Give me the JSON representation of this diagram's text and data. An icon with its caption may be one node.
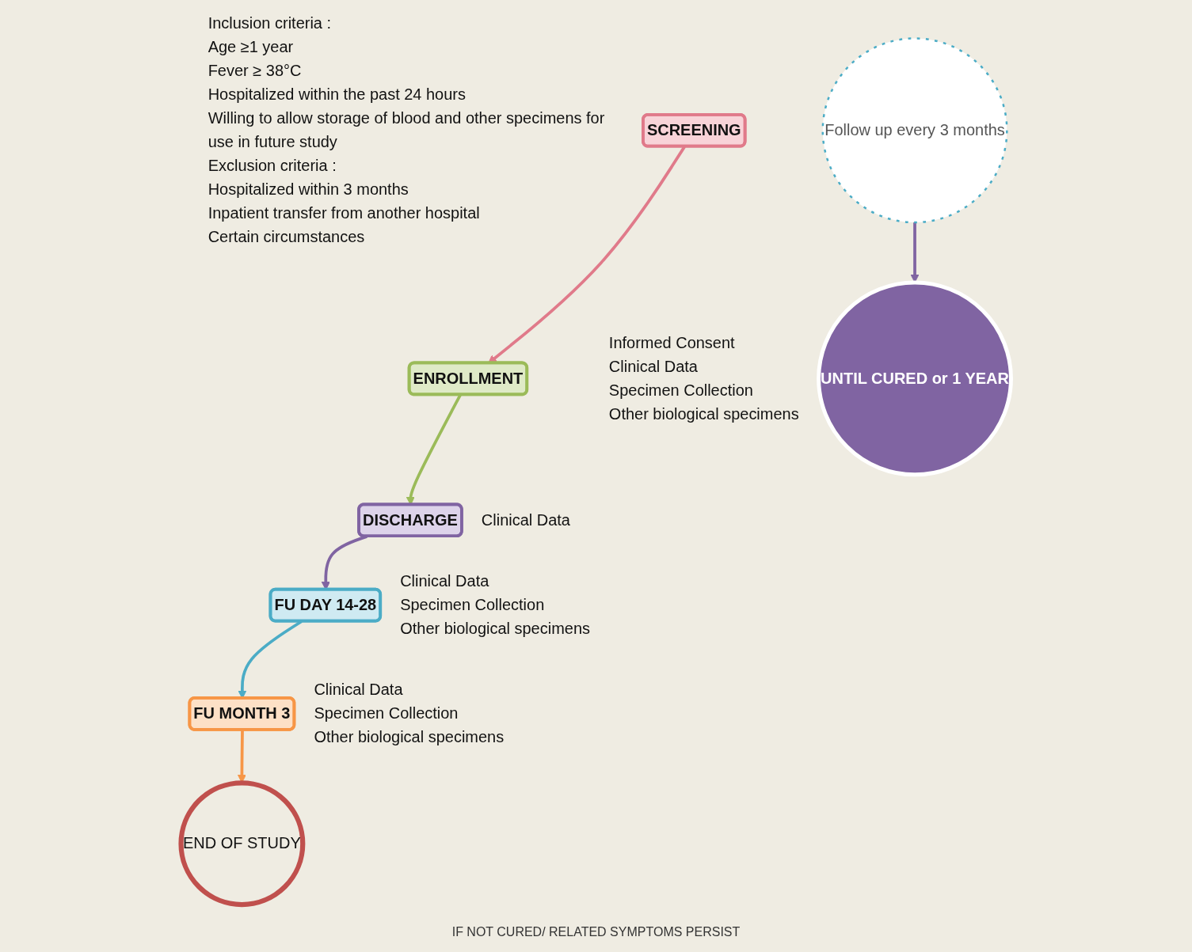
{
  "diagram": {
    "nodes": [
      {
        "text": [
          "SCREENING"
        ],
        "beside": [
          "Inclusion criteria :",
          "Age ≥1 year",
          "Fever ≥ 38°C",
          "Hospitalized within the past 24 hours",
          "Willing to allow storage of blood and other specimens for use in future study",
          "Exclusion criteria :",
          "Hospitalized within 3 months",
          "Inpatient transfer from another hospital",
          "Certain circumstances"
        ]
      },
      {
        "text": [
          "ENROLLMENT"
        ],
        "beside": [
          "Informed Consent",
          "Clinical Data",
          "Specimen Collection",
          "Other biological specimens"
        ]
      },
      {
        "text": [
          "DISCHARGE"
        ],
        "beside": [
          "Clinical Data"
        ]
      },
      {
        "text": [
          "FU DAY 14-28"
        ],
        "beside": [
          "Clinical Data",
          "Specimen Collection",
          "Other biological specimens"
        ]
      },
      {
        "text": [
          "FU MONTH 3"
        ],
        "beside": [
          "Clinical Data",
          "Specimen Collection",
          "Other biological specimens"
        ]
      },
      {
        "text": [
          "END OF STUDY"
        ]
      },
      {
        "text": [
          "Follow up every 3 months"
        ]
      },
      {
        "text": [
          "UNTIL CURED or 1 YEAR"
        ]
      }
    ],
    "edges": [
      {
        "from": 0,
        "to": 1,
        "arrow": "to",
        "color": "#e07a8a"
      },
      {
        "from": 1,
        "to": 2,
        "arrow": "to",
        "color": "#9bbb59"
      },
      {
        "from": 2,
        "to": 3,
        "arrow": "to",
        "color": "#8064a2"
      },
      {
        "from": 3,
        "to": 4,
        "arrow": "to",
        "color": "#4bacc6"
      },
      {
        "from": 4,
        "to": 5,
        "arrow": "to",
        "color": "#f79646"
      },
      {
        "from": 6,
        "to": 7,
        "arrow": "to",
        "color": "#8064a2"
      }
    ],
    "labels": [
      "IF NOT CURED/ RELATED SYMPTOMS PERSIST"
    ]
  }
}
